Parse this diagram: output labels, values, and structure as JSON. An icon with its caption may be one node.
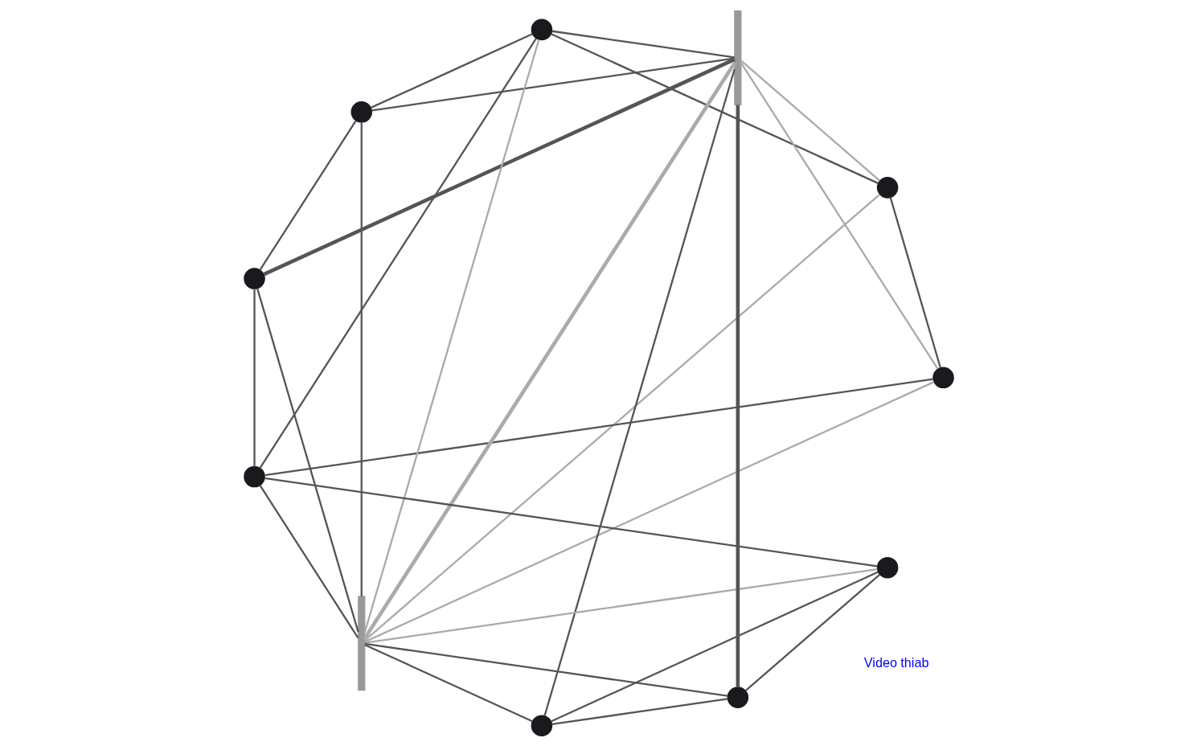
{
  "diagram": {
    "nodes": [
      {
        "text": [],
        "shape": "circle"
      },
      {
        "text": [],
        "shape": "circle"
      },
      {
        "text": [],
        "shape": "circle"
      },
      {
        "text": [],
        "shape": "circle"
      },
      {
        "text": [],
        "shape": "circle"
      },
      {
        "text": [],
        "shape": "bar"
      },
      {
        "text": [],
        "shape": "circle"
      },
      {
        "text": [],
        "shape": "bar"
      },
      {
        "text": [],
        "shape": "circle"
      },
      {
        "text": [],
        "shape": "circle"
      },
      {
        "text": [],
        "shape": "circle"
      }
    ],
    "edges": [
      {
        "from": 0,
        "to": 5,
        "arrow": "none",
        "color": "#aaaaaa"
      },
      {
        "from": 0,
        "to": 7,
        "arrow": "none",
        "color": "#aaaaaa"
      },
      {
        "from": 0,
        "to": 1,
        "arrow": "none"
      },
      {
        "from": 0,
        "to": 4,
        "arrow": "none"
      },
      {
        "from": 2,
        "to": 5,
        "arrow": "none"
      },
      {
        "from": 2,
        "to": 7,
        "arrow": "none"
      },
      {
        "from": 2,
        "to": 3,
        "arrow": "none"
      },
      {
        "from": 2,
        "to": 4,
        "arrow": "none"
      },
      {
        "from": 3,
        "to": 5,
        "arrow": "none"
      },
      {
        "from": 3,
        "to": 7,
        "arrow": "none",
        "style": "thick"
      },
      {
        "from": 3,
        "to": 6,
        "arrow": "none"
      },
      {
        "from": 1,
        "to": 5,
        "arrow": "none",
        "color": "#aaaaaa"
      },
      {
        "from": 1,
        "to": 7,
        "arrow": "none",
        "color": "#aaaaaa"
      },
      {
        "from": 1,
        "to": 6,
        "arrow": "none"
      },
      {
        "from": 4,
        "to": 7,
        "arrow": "none"
      },
      {
        "from": 4,
        "to": 5,
        "arrow": "none",
        "color": "#aaaaaa"
      },
      {
        "from": 6,
        "to": 5,
        "arrow": "none"
      },
      {
        "from": 8,
        "to": 7,
        "arrow": "none"
      },
      {
        "from": 8,
        "to": 5,
        "arrow": "none"
      },
      {
        "from": 9,
        "to": 5,
        "arrow": "none",
        "color": "#aaaaaa"
      },
      {
        "from": 10,
        "to": 5,
        "arrow": "none"
      },
      {
        "from": 10,
        "to": 7,
        "arrow": "none",
        "style": "thick"
      },
      {
        "from": 5,
        "to": 7,
        "arrow": "none",
        "style": "thick",
        "color": "#aaaaaa"
      },
      {
        "from": 8,
        "to": 10,
        "arrow": "none"
      },
      {
        "from": 10,
        "to": 9,
        "arrow": "none"
      },
      {
        "from": 8,
        "to": 9,
        "arrow": "none"
      },
      {
        "from": 4,
        "to": 6,
        "arrow": "none"
      },
      {
        "from": 6,
        "to": 9,
        "arrow": "none"
      }
    ],
    "labels": [
      "Video thiab"
    ]
  }
}
